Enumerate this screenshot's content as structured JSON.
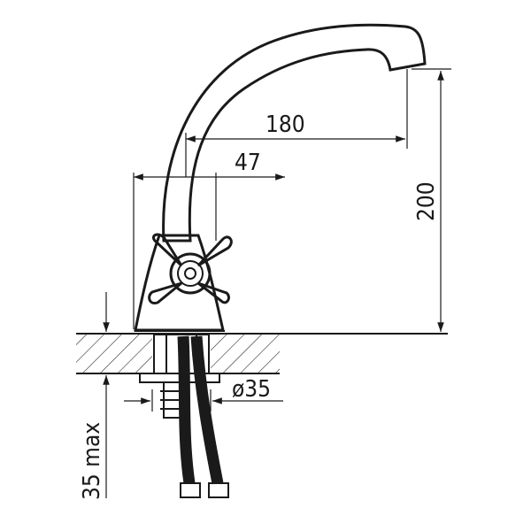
{
  "drawing": {
    "dimensions": {
      "spout_reach": "180",
      "base_width": "47",
      "height": "200",
      "hole_diameter": "ø35",
      "max_thickness": "35 max"
    },
    "colors": {
      "line": "#1a1a1a",
      "background": "#ffffff"
    }
  }
}
